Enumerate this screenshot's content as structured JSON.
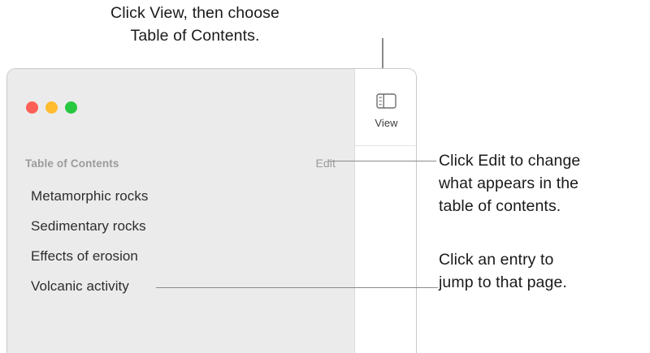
{
  "annotations": {
    "top": "Click View, then choose\nTable of Contents.",
    "edit": "Click Edit to change\nwhat appears in the\ntable of contents.",
    "entry": "Click an entry to\njump to that page."
  },
  "window": {
    "traffic_lights": [
      {
        "name": "close",
        "color": "#ff5f57"
      },
      {
        "name": "minimize",
        "color": "#febc2e"
      },
      {
        "name": "zoom",
        "color": "#28c840"
      }
    ]
  },
  "toolbar": {
    "view_label": "View",
    "view_icon": "sidebar-view-icon"
  },
  "sidebar": {
    "title": "Table of Contents",
    "edit_label": "Edit",
    "entries": [
      {
        "label": "Metamorphic rocks"
      },
      {
        "label": "Sedimentary rocks"
      },
      {
        "label": "Effects of erosion"
      },
      {
        "label": "Volcanic activity"
      }
    ]
  },
  "colors": {
    "sidebar_bg": "#ebebeb",
    "leader_line": "#8a8a8a",
    "muted_text": "#9b9b9b",
    "entry_text": "#2d2d2d"
  }
}
